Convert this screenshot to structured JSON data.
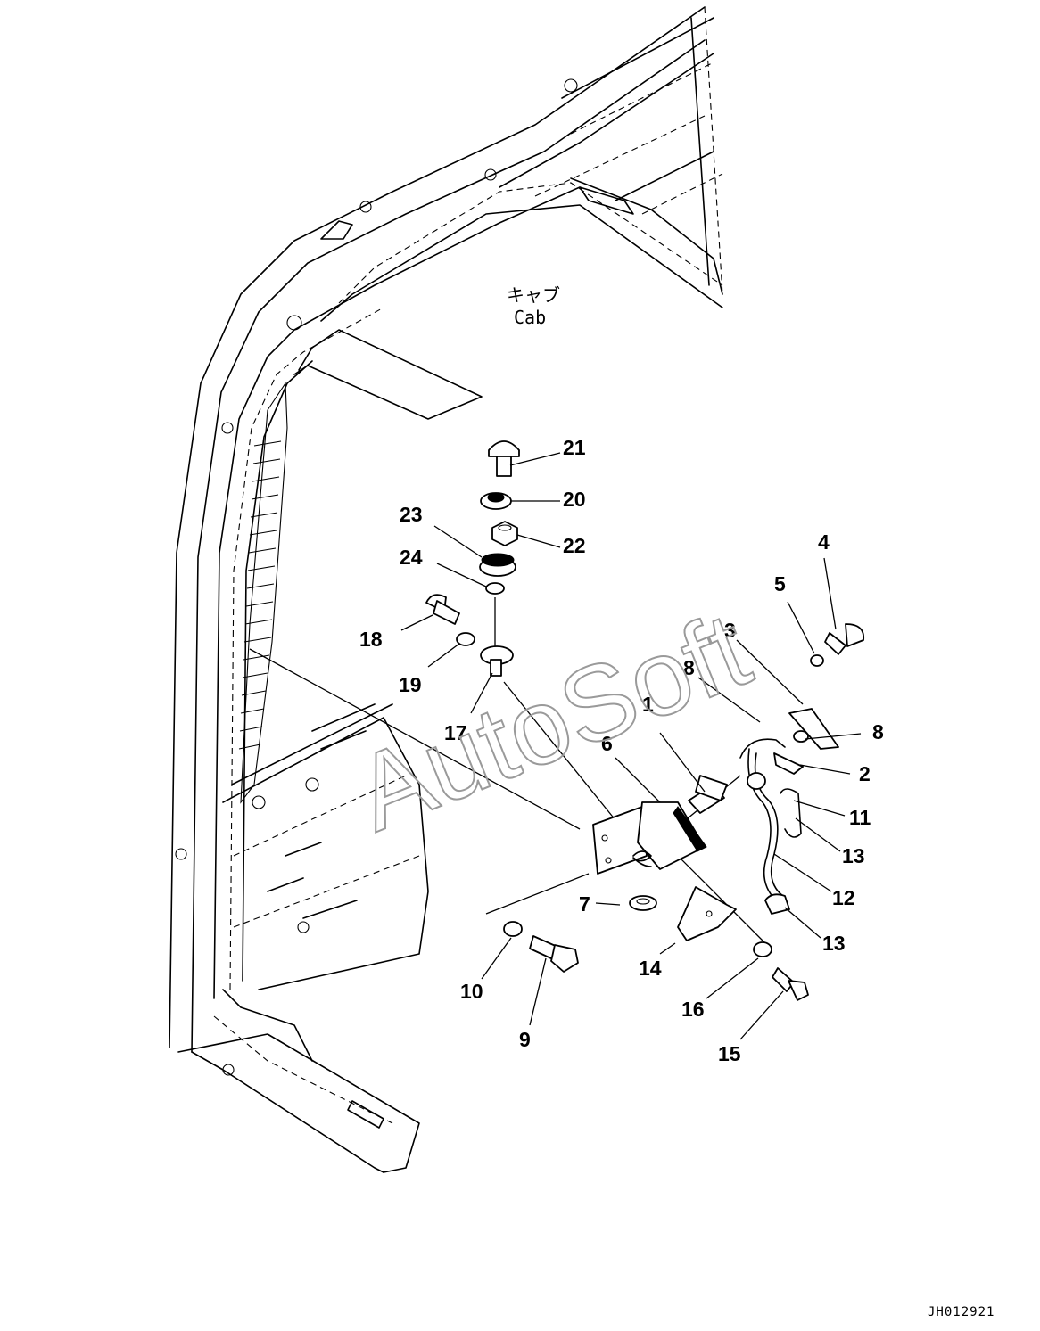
{
  "diagram": {
    "cab_label_jp": "キャブ",
    "cab_label_en": "Cab",
    "watermark": "AutoSoft",
    "drawing_code": "JH012921",
    "callouts": [
      {
        "id": "c1",
        "text": "1"
      },
      {
        "id": "c2",
        "text": "2"
      },
      {
        "id": "c3",
        "text": "3"
      },
      {
        "id": "c4",
        "text": "4"
      },
      {
        "id": "c5",
        "text": "5"
      },
      {
        "id": "c6",
        "text": "6"
      },
      {
        "id": "c7",
        "text": "7"
      },
      {
        "id": "c8a",
        "text": "8"
      },
      {
        "id": "c8b",
        "text": "8"
      },
      {
        "id": "c9",
        "text": "9"
      },
      {
        "id": "c10",
        "text": "10"
      },
      {
        "id": "c11",
        "text": "11"
      },
      {
        "id": "c12",
        "text": "12"
      },
      {
        "id": "c13a",
        "text": "13"
      },
      {
        "id": "c13b",
        "text": "13"
      },
      {
        "id": "c14",
        "text": "14"
      },
      {
        "id": "c15",
        "text": "15"
      },
      {
        "id": "c16",
        "text": "16"
      },
      {
        "id": "c17",
        "text": "17"
      },
      {
        "id": "c18",
        "text": "18"
      },
      {
        "id": "c19",
        "text": "19"
      },
      {
        "id": "c20",
        "text": "20"
      },
      {
        "id": "c21",
        "text": "21"
      },
      {
        "id": "c22",
        "text": "22"
      },
      {
        "id": "c23",
        "text": "23"
      },
      {
        "id": "c24",
        "text": "24"
      }
    ]
  }
}
